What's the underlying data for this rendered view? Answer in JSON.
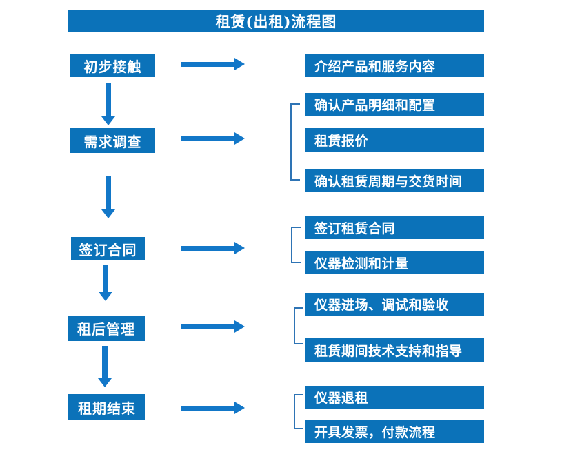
{
  "title": "租赁(出租)流程图",
  "colors": {
    "box_blue": "#0b72b9",
    "arrow_blue": "#1277c8",
    "bracket_blue": "#2e74b5",
    "text_white": "#ffffff"
  },
  "stages": [
    {
      "label": "初步接触",
      "outputs": [
        "介绍产品和服务内容"
      ]
    },
    {
      "label": "需求调查",
      "outputs": [
        "确认产品明细和配置",
        "租赁报价",
        "确认租赁周期与交货时间"
      ]
    },
    {
      "label": "签订合同",
      "outputs": [
        "签订租赁合同",
        "仪器检测和计量"
      ]
    },
    {
      "label": "租后管理",
      "outputs": [
        "仪器进场、调试和验收",
        "租赁期间技术支持和指导"
      ]
    },
    {
      "label": "租期结束",
      "outputs": [
        "仪器退租",
        "开具发票，付款流程"
      ]
    }
  ]
}
